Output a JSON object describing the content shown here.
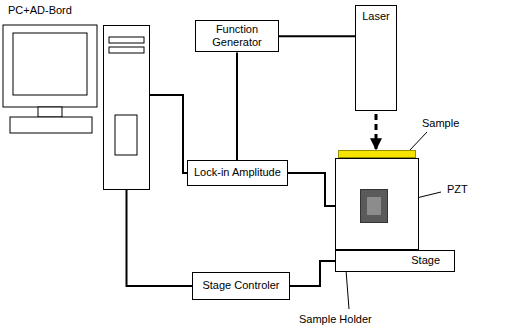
{
  "diagram": {
    "nodes": [
      {
        "text": [
          "PC+AD-Bord"
        ]
      },
      {
        "text": [
          "Function Generator"
        ]
      },
      {
        "text": [
          "Laser"
        ]
      },
      {
        "text": [
          "Sample"
        ]
      },
      {
        "text": [
          "Lock-in Amplitude"
        ]
      },
      {
        "text": [
          "Sample Holder"
        ]
      },
      {
        "text": [
          "PZT"
        ],
        "in": 5
      },
      {
        "text": [
          "Stage Controler"
        ]
      },
      {
        "text": [
          "Stage"
        ]
      }
    ],
    "edges": [
      {
        "from": 1,
        "to": 2,
        "arrow": "none"
      },
      {
        "from": 1,
        "to": 4,
        "arrow": "none"
      },
      {
        "from": 0,
        "to": 4,
        "arrow": "none"
      },
      {
        "from": 4,
        "to": 6,
        "arrow": "none"
      },
      {
        "from": 2,
        "to": 3,
        "arrow": "to"
      },
      {
        "from": 0,
        "to": 7,
        "arrow": "none"
      },
      {
        "from": 7,
        "to": 8,
        "arrow": "none"
      }
    ]
  }
}
